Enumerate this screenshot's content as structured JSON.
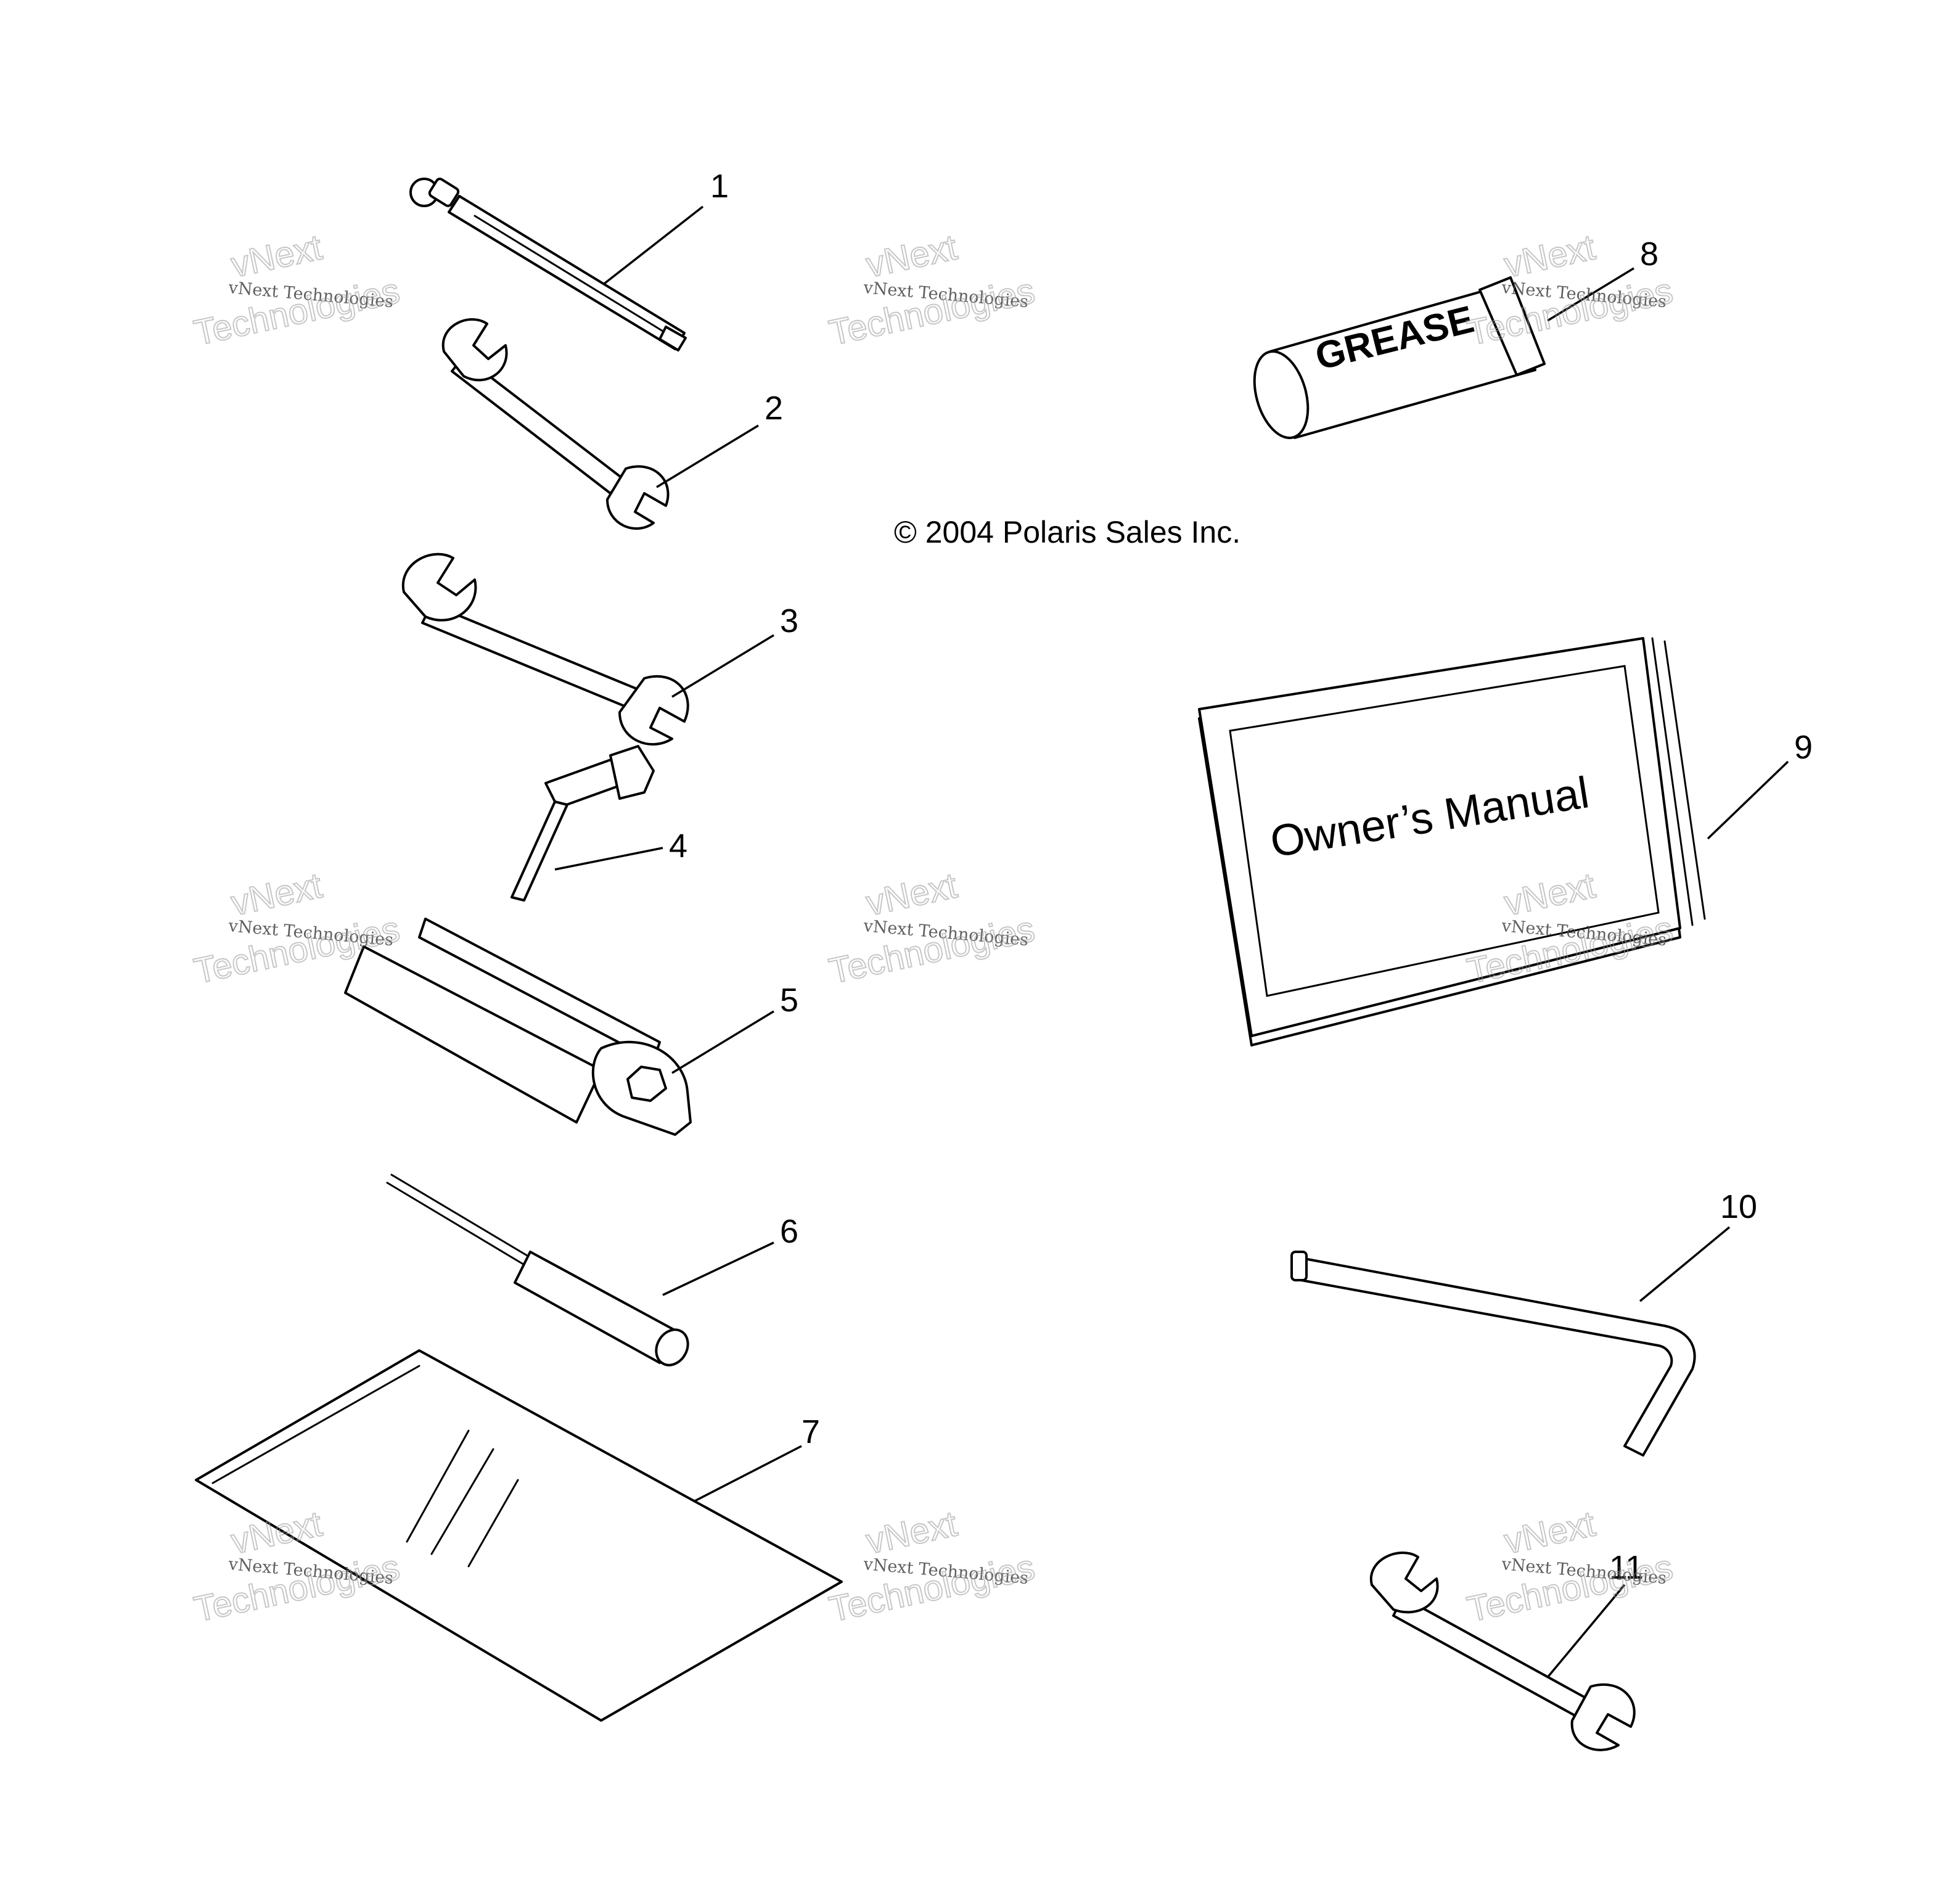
{
  "copyright": "© 2004 Polaris Sales Inc.",
  "callouts": [
    "1",
    "2",
    "3",
    "4",
    "5",
    "6",
    "7",
    "8",
    "9",
    "10",
    "11"
  ],
  "labels": {
    "grease": "GREASE",
    "manual": "Owner’s Manual"
  },
  "watermark": {
    "line_small": "vNext Technologies",
    "line_top": "vNext",
    "line_bottom": "Technologies"
  }
}
